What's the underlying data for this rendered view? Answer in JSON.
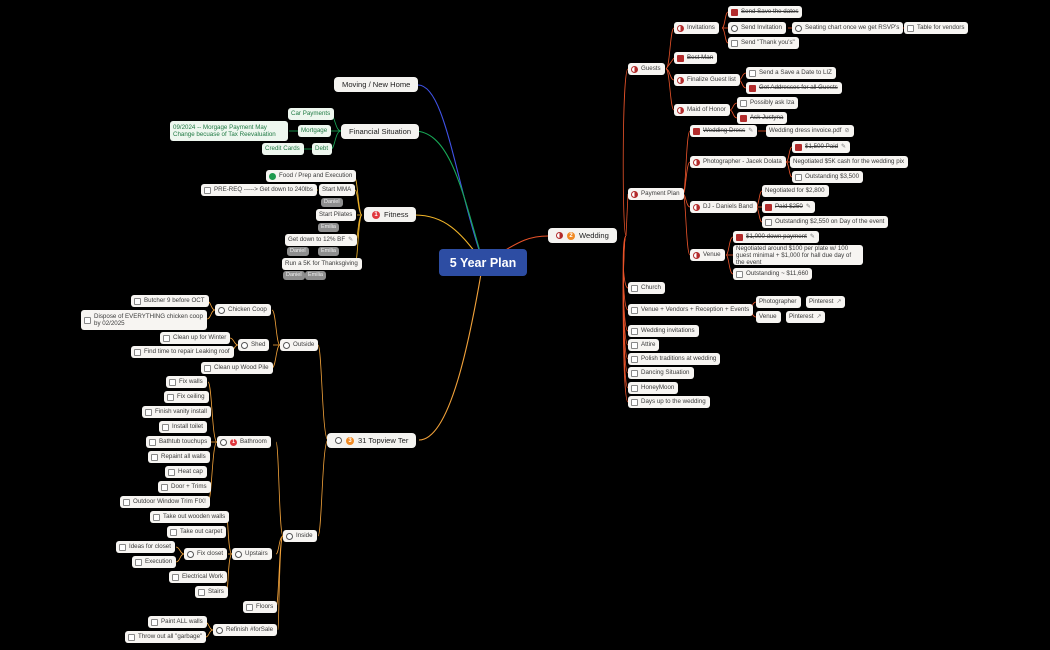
{
  "root": "5 Year Plan",
  "branches": {
    "moving": "Moving / New Home",
    "financial": "Financial Situation",
    "fitness": "Fitness",
    "topview": "31 Topview Ter",
    "wedding": "Wedding"
  },
  "priority_icons": {
    "fitness": "1",
    "topview": "3",
    "wedding": "2",
    "bathroom": "1"
  },
  "financial": {
    "car_payments": "Car Payments",
    "mortgage": "Mortgage",
    "mortgage_note": "09/2024 -- Morgage Payment May Change becuase of Tax Reevaluation",
    "credit_cards": "Credit Cards",
    "debt": "Debt"
  },
  "fitness": {
    "food": "Food / Prep and Execution",
    "start_mma": "Start MMA",
    "prereq": "PRE-REQ -----> Get down to 240lbs",
    "start_pilates": "Start Pilates",
    "bf": "Get down to 12% BF",
    "run5k": "Run a 5K for Thanksgiving",
    "tag_daniel": "Daniel",
    "tag_emilia": "Emilia"
  },
  "topview": {
    "outside": "Outside",
    "chicken_coop": "Chicken Coop",
    "butcher": "Butcher 9 before OCT",
    "dispose": "Dispose of EVERYTHING chicken coop by 02/2025",
    "shed": "Shed",
    "clean_winter": "Clean up for Winter",
    "leaking_roof": "Find time to repair Leaking roof",
    "wood_pile": "Clean up Wood Pile",
    "inside": "Inside",
    "bathroom": "Bathroom",
    "bath_items": [
      "Fix walls",
      "Fix ceiling",
      "Finish vanity install",
      "Install toilet",
      "Bathtub touchups",
      "Repaint all walls",
      "Heat cap",
      "Door + Trims",
      "Outdoor Window Trim FIX!"
    ],
    "upstairs": "Upstairs",
    "take_out_walls": "Take out wooden walls",
    "take_out_carpet": "Take out carpet",
    "fix_closet": "Fix closet",
    "ideas_closet": "Ideas for closet",
    "execution": "Execution",
    "electrical": "Electrical Work",
    "stairs": "Stairs",
    "floors": "Floors",
    "refinish": "Refinish #forSale",
    "paint_walls": "Paint ALL walls",
    "throw_out": "Throw out all \"garbage\""
  },
  "wedding": {
    "guests": "Guests",
    "invitations": "Invitations",
    "send_save_dates": "Send Save the dates",
    "send_invitation": "Send Invitation",
    "seating_chart": "Seating chart once we get RSVP's",
    "table_vendors": "Table for vendors",
    "send_thanks": "Send \"Thank you's\"",
    "best_man": "Best Man",
    "finalize_guest": "Finalize Guest list",
    "save_date_liz": "Send a Save a Date to LIZ",
    "get_addresses": "Get Addresses for all Guests",
    "maid_of_honor": "Maid of Honor",
    "possibly_iza": "Possibly ask Iza",
    "ask_justyna": "Ask Justyna",
    "payment_plan": "Payment Plan",
    "wedding_dress": "Wedding Dress",
    "dress_invoice": "Wedding dress invoice.pdf",
    "photographer_jacek": "Photographer - Jacek Dolata",
    "paid_1500": "$1,500 Paid",
    "negotiated_5k": "Negotiated $5K cash for the wedding pix",
    "outstanding_3500": "Outstanding $3,500",
    "dj": "DJ - Daniels Band",
    "negotiated_2800": "Negotiated for $2,800",
    "paid_250": "Paid $250",
    "outstanding_2550": "Outstanding $2,550 on Day of the event",
    "venue": "Venue",
    "down_payment": "$1,000 down payment",
    "negotiated_100": "Negotiated around $100 per plate w/ 100 guest minimal + $1,000 for hall due day of the event",
    "outstanding_11660": "Outstanding ~ $11,660",
    "church": "Church",
    "venue_vendors": "Venue + Vendors + Reception + Events",
    "photographer": "Photographer",
    "venue2": "Venue",
    "pinterest": "Pinterest",
    "others": [
      "Wedding invitations",
      "Attire",
      "Polish traditions at wedding",
      "Dancing Situation",
      "HoneyMoon",
      "Days up to the wedding"
    ]
  },
  "colors": {
    "moving": "#4053e8",
    "financial": "#18a957",
    "fitness": "#f0b429",
    "topview": "#f2a23a",
    "wedding": "#e8532a",
    "root": "#2d4da3",
    "priority_red": "#e0383e",
    "priority_orange": "#f08a24"
  }
}
